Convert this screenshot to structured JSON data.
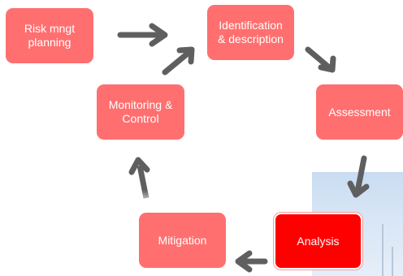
{
  "diagram": {
    "nodes": [
      {
        "id": "planning",
        "label": "Risk mngt\nplanning",
        "highlighted": false
      },
      {
        "id": "identification",
        "label": "Identification\n& description",
        "highlighted": false
      },
      {
        "id": "assessment",
        "label": "Assessment",
        "highlighted": false
      },
      {
        "id": "analysis",
        "label": "Analysis",
        "highlighted": true
      },
      {
        "id": "mitigation",
        "label": "Mitigation",
        "highlighted": false
      },
      {
        "id": "monitoring",
        "label": "Monitoring  &\nControl",
        "highlighted": false
      }
    ],
    "edges": [
      {
        "from": "planning",
        "to": "identification"
      },
      {
        "from": "identification",
        "to": "assessment"
      },
      {
        "from": "assessment",
        "to": "analysis"
      },
      {
        "from": "analysis",
        "to": "mitigation"
      },
      {
        "from": "mitigation",
        "to": "monitoring"
      },
      {
        "from": "monitoring",
        "to": "identification"
      }
    ]
  },
  "colors": {
    "node_fill": "#ff6f6f",
    "node_highlight_fill": "#ff0000",
    "arrow": "#5f5f5f",
    "arrow_tail_fade": "#b0b0b0",
    "backdrop": "#c9dcf2"
  }
}
